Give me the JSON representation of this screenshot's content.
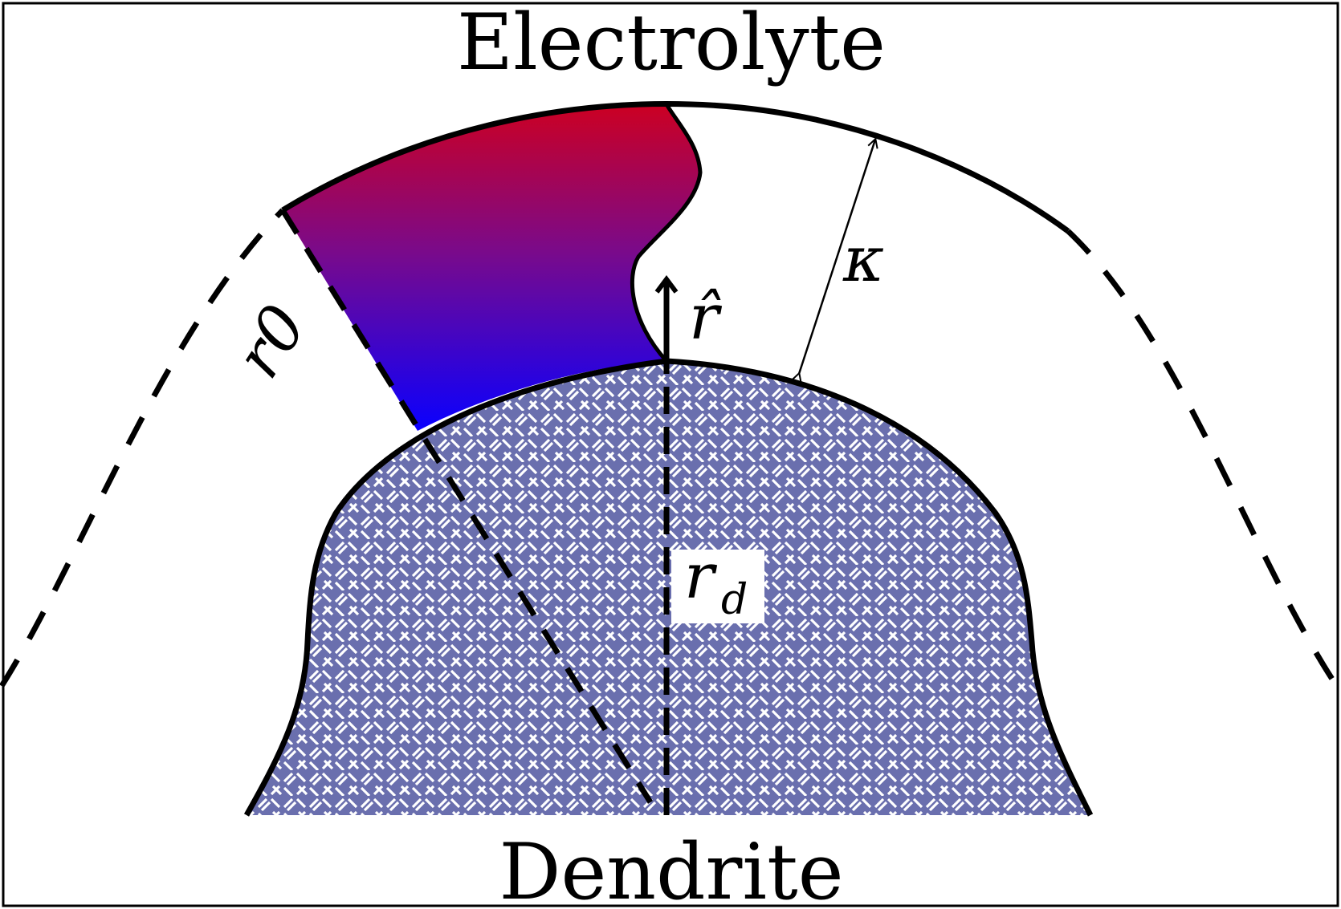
{
  "diagram": {
    "top_label": "Electrolyte",
    "bottom_label": "Dendrite",
    "labels": {
      "r0": "r0",
      "r_hat": "r̂",
      "kappa": "κ",
      "r_d_base": "r",
      "r_d_sub": "d"
    },
    "colors": {
      "frame": "#000000",
      "dendrite_fill": "#6a6fae",
      "dendrite_hatch": "#ffffff",
      "gradient_top": "#cc0022",
      "gradient_bottom": "#0a00ff",
      "background": "#ffffff"
    }
  }
}
